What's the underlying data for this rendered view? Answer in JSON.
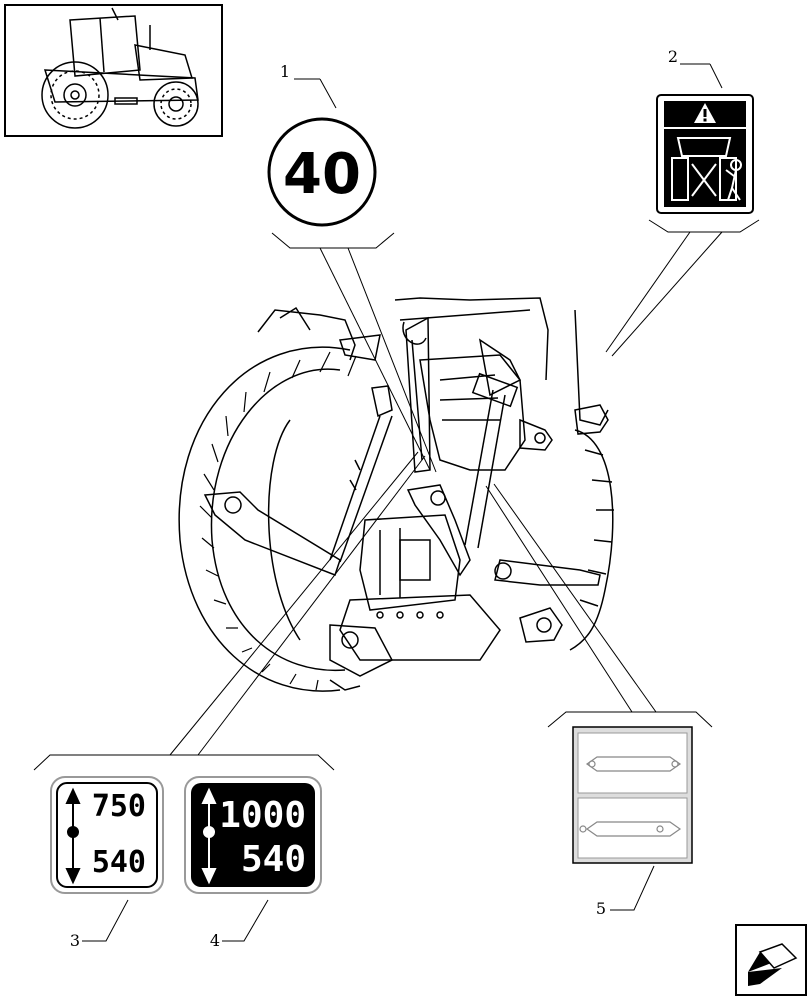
{
  "callouts": {
    "c1": "1",
    "c2": "2",
    "c3": "3",
    "c4": "4",
    "c5": "5"
  },
  "decal_speed": {
    "text": "40"
  },
  "decal_pto_std": {
    "top": "750",
    "bottom": "540"
  },
  "decal_pto_eco": {
    "top": "1000",
    "bottom": "540"
  },
  "icons": {
    "warning": "warning-triangle-icon",
    "nav": "next-page-arrow-icon"
  },
  "colors": {
    "ink": "#000000",
    "paper": "#ffffff",
    "panel": "#dddddd"
  }
}
